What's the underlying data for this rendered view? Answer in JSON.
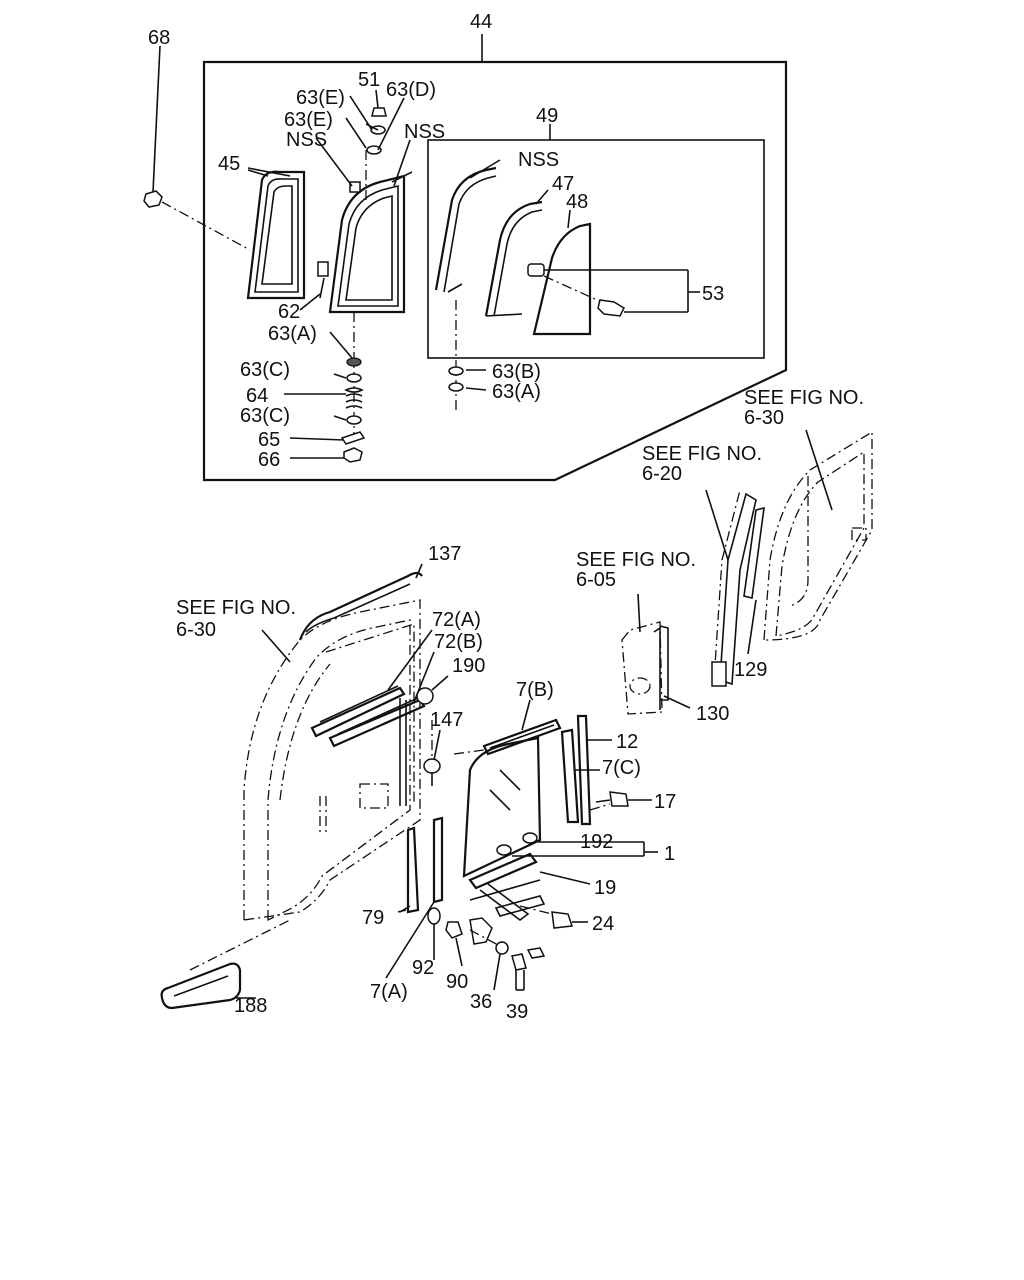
{
  "labels": {
    "l44": "44",
    "l68": "68",
    "l51": "51",
    "l63e1": "63(E)",
    "l63d": "63(D)",
    "l63e2": "63(E)",
    "lnss1": "NSS",
    "lnss2": "NSS",
    "l45": "45",
    "l49": "49",
    "lnss3": "NSS",
    "l47": "47",
    "l48": "48",
    "l53": "53",
    "l62": "62",
    "l63a1": "63(A)",
    "l63c1": "63(C)",
    "l64": "64",
    "l63c2": "63(C)",
    "l65": "65",
    "l66": "66",
    "l63b": "63(B)",
    "l63a2": "63(A)",
    "see1a": "SEE FIG NO.",
    "see1b": "6-30",
    "see2a": "SEE FIG NO.",
    "see2b": "6-20",
    "see3a": "SEE FIG NO.",
    "see3b": "6-05",
    "see4a": "SEE FIG NO.",
    "see4b": "6-30",
    "l137": "137",
    "l72a": "72(A)",
    "l72b": "72(B)",
    "l190": "190",
    "l147": "147",
    "l7b": "7(B)",
    "l12": "12",
    "l7c": "7(C)",
    "l17": "17",
    "l129": "129",
    "l130": "130",
    "l192": "192",
    "l1": "1",
    "l19": "19",
    "l24": "24",
    "l79": "79",
    "l92": "92",
    "l90": "90",
    "l7a": "7(A)",
    "l36": "36",
    "l39": "39",
    "l188": "188"
  }
}
